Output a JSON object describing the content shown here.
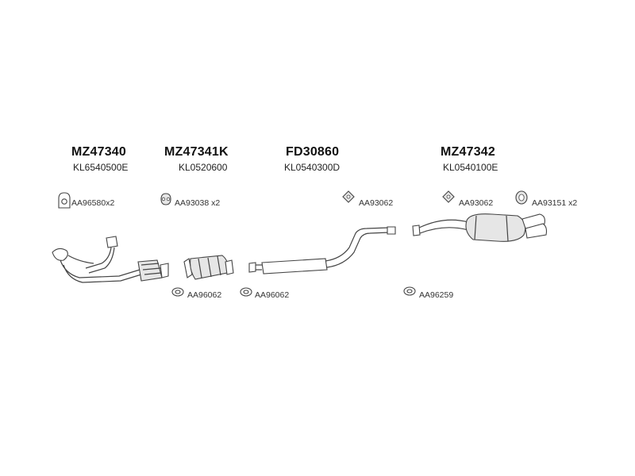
{
  "parts": [
    {
      "part_number": "MZ47340",
      "oem_number": "KL6540500E"
    },
    {
      "part_number": "MZ47341K",
      "oem_number": "KL0520600"
    },
    {
      "part_number": "FD30860",
      "oem_number": "KL0540300D"
    },
    {
      "part_number": "MZ47342",
      "oem_number": "KL0540100E"
    }
  ],
  "accessories": [
    {
      "label": "AA96580x2",
      "icon": "gasket-icon"
    },
    {
      "label": "AA93038 x2",
      "icon": "rubber-mount-icon"
    },
    {
      "label": "AA93062",
      "icon": "rubber-mount-icon"
    },
    {
      "label": "AA93062",
      "icon": "rubber-mount-icon"
    },
    {
      "label": "AA93151 x2",
      "icon": "rubber-ring-icon"
    },
    {
      "label": "AA96062",
      "icon": "ring-gasket-icon"
    },
    {
      "label": "AA96062",
      "icon": "ring-gasket-icon"
    },
    {
      "label": "AA96259",
      "icon": "ring-gasket-icon"
    }
  ]
}
